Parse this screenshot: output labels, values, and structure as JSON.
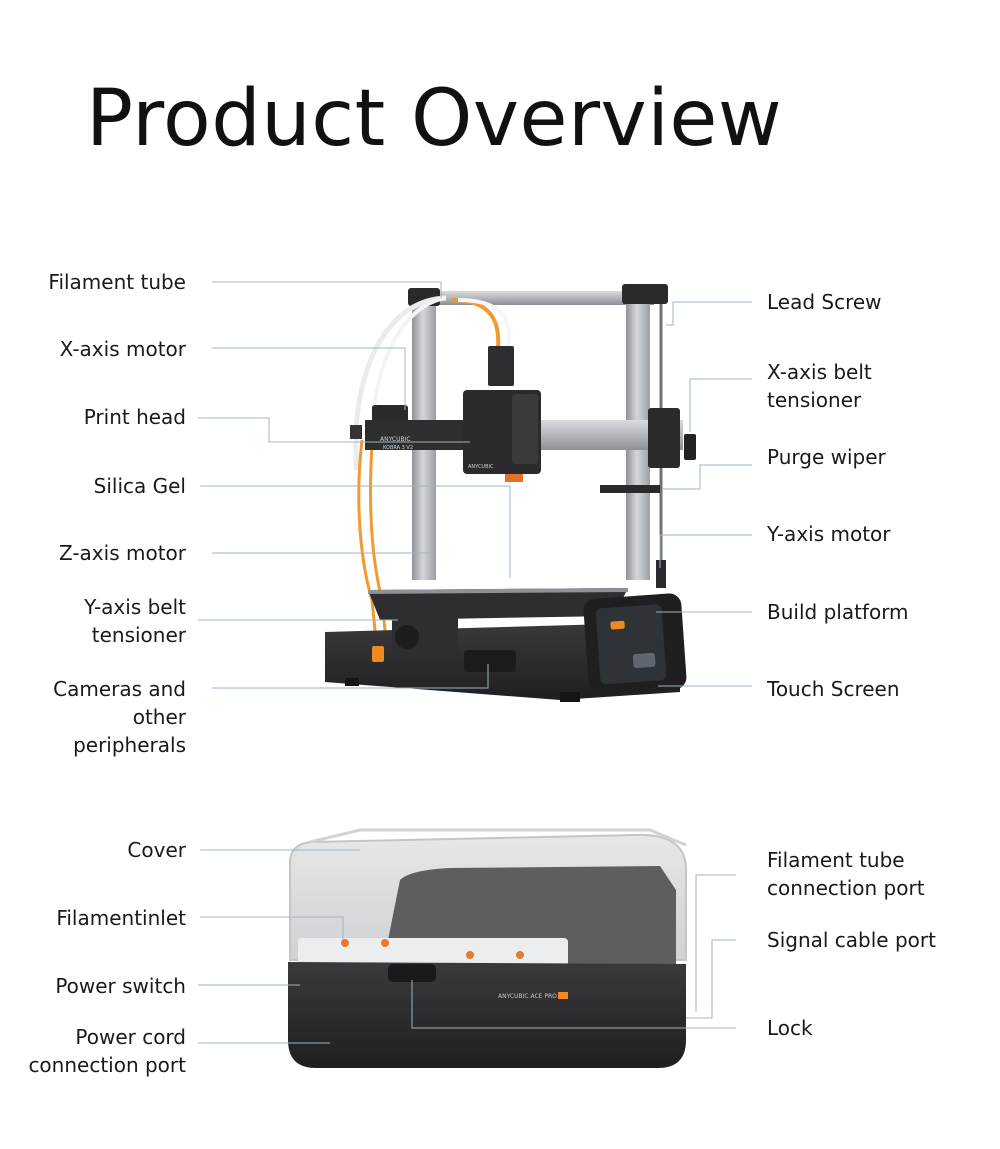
{
  "title": "Product Overview",
  "printer_labels_left": [
    {
      "lines": [
        "Filament tube"
      ]
    },
    {
      "lines": [
        "X-axis motor"
      ]
    },
    {
      "lines": [
        "Print head"
      ]
    },
    {
      "lines": [
        "Silica Gel"
      ]
    },
    {
      "lines": [
        "Z-axis motor"
      ]
    },
    {
      "lines": [
        "Y-axis belt",
        "tensioner"
      ]
    },
    {
      "lines": [
        "Cameras and",
        "other",
        "peripherals"
      ]
    }
  ],
  "printer_labels_right": [
    {
      "lines": [
        "Lead Screw"
      ]
    },
    {
      "lines": [
        "X-axis belt",
        "tensioner"
      ]
    },
    {
      "lines": [
        "Purge wiper"
      ]
    },
    {
      "lines": [
        "Y-axis motor"
      ]
    },
    {
      "lines": [
        "Build platform"
      ]
    },
    {
      "lines": [
        "Touch Screen"
      ]
    }
  ],
  "ace_labels_left": [
    {
      "lines": [
        "Cover"
      ]
    },
    {
      "lines": [
        "Filamentinlet"
      ]
    },
    {
      "lines": [
        "Power switch"
      ]
    },
    {
      "lines": [
        "Power cord",
        "connection port"
      ]
    }
  ],
  "ace_labels_right": [
    {
      "lines": [
        "Filament tube",
        "connection port"
      ]
    },
    {
      "lines": [
        "Signal cable port"
      ]
    },
    {
      "lines": [
        "Lock"
      ]
    }
  ],
  "branding": {
    "gantry_brand": "ANYCUBIC",
    "gantry_model": "KOBRA 3 V2",
    "head_brand": "ANYCUBIC",
    "ace_brand": "ANYCUBIC ACE PRO"
  },
  "colors": {
    "leader_line": "#9fb3c4",
    "frame_silver": "#a9adb1",
    "body_black": "#2b2b2d",
    "filament_orange": "#f39a2e",
    "accent_orange": "#ef8a1f"
  }
}
